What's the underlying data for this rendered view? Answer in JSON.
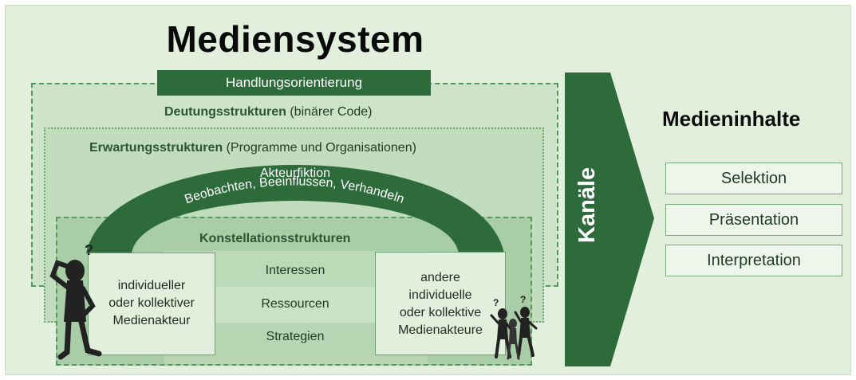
{
  "title": "Mediensystem",
  "handlung": "Handlungsorientierung",
  "deutung": {
    "bold": "Deutungsstrukturen",
    "rest": " (binärer Code)"
  },
  "erwartung": {
    "bold": "Erwartungsstrukturen",
    "rest": " (Programme und Organisationen)"
  },
  "arch": {
    "line1": "Akteurfiktion",
    "line2": "Beobachten, Beeinflussen, Verhandeln"
  },
  "konstellation": "Konstellationsstrukturen",
  "rows": [
    "Interessen",
    "Ressourcen",
    "Strategien"
  ],
  "actor_left": [
    "individueller",
    "oder kollektiver",
    "Medienakteur"
  ],
  "actor_right": [
    "andere",
    "individuelle",
    "oder kollektive",
    "Medienakteure"
  ],
  "channel": "Kanäle",
  "content": {
    "title": "Medieninhalte",
    "items": [
      "Selektion",
      "Präsentation",
      "Interpretation"
    ]
  },
  "colors": {
    "dark_green": "#2d6b3a",
    "background": "#e3efdd"
  },
  "icons": [
    "thinking-figure-icon",
    "group-of-figures-icon"
  ]
}
